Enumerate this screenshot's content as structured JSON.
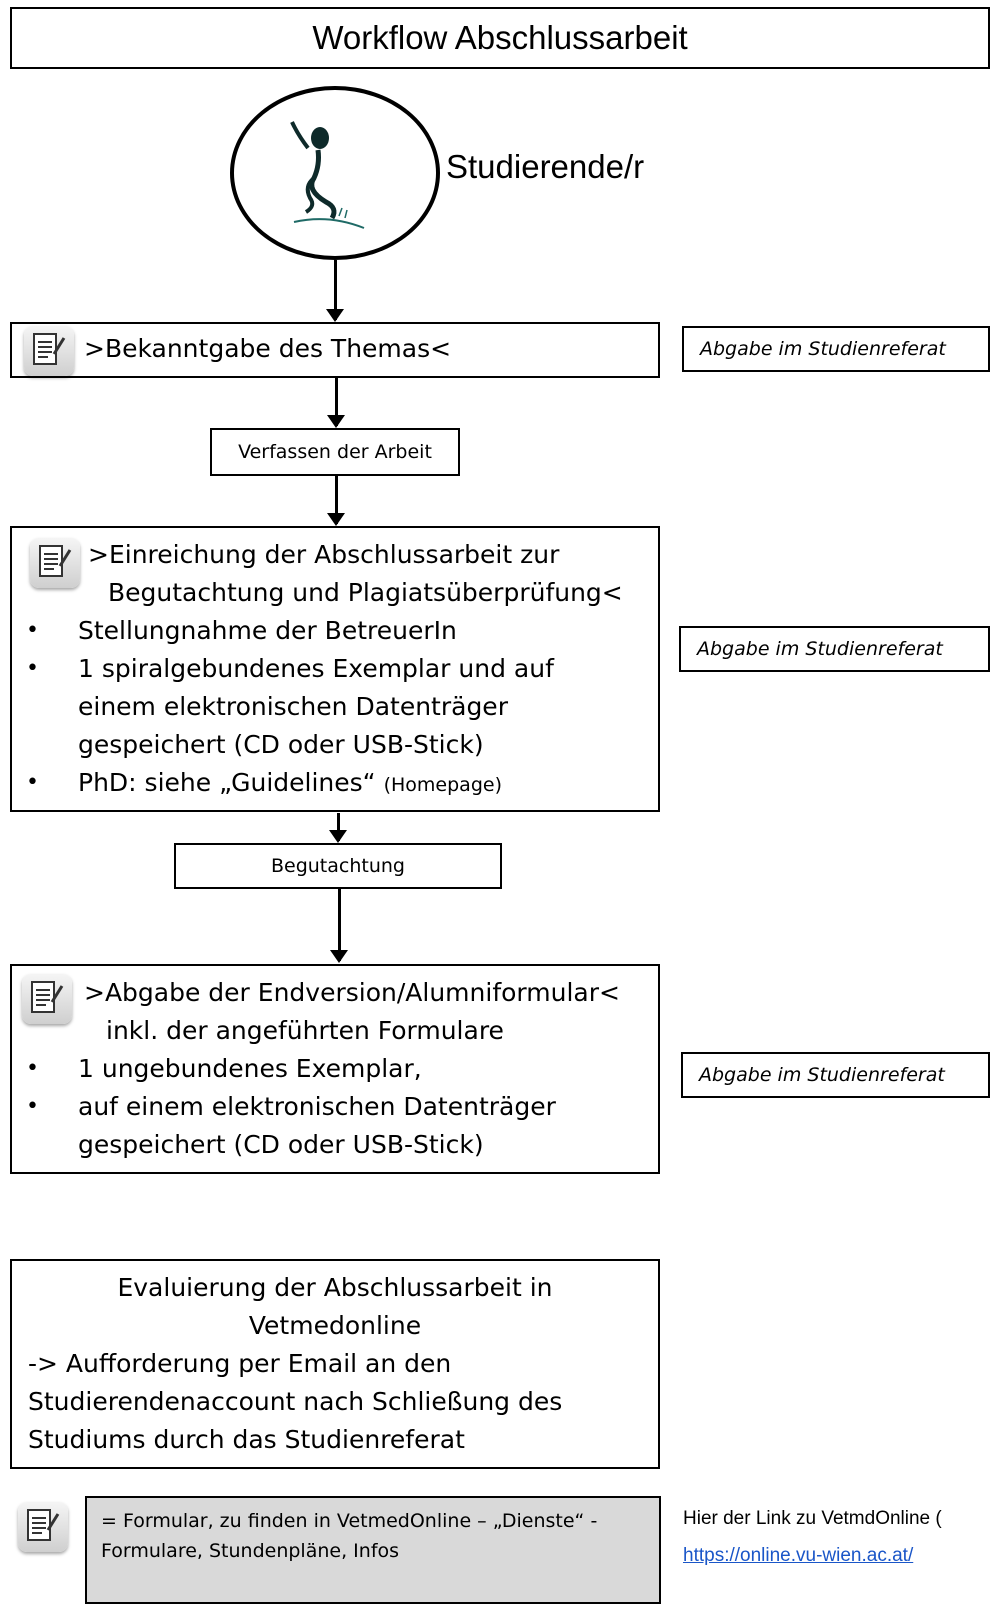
{
  "title": "Workflow Abschlussarbeit",
  "actor": {
    "label": "Studierende/r",
    "icon": "running-person-icon"
  },
  "steps": [
    {
      "text": ">Bekanntgabe des Themas<",
      "has_form_icon": true,
      "side_note": "Abgabe im Studienreferat"
    },
    {
      "text": "Verfassen der Arbeit"
    },
    {
      "heading_line1": ">Einreichung der Abschlussarbeit zur",
      "heading_line2": "Begutachtung und Plagiatsüberprüfung<",
      "bullets": [
        "Stellungnahme der BetreuerIn",
        "1 spiralgebundenes Exemplar und auf",
        "einem elektronischen Datenträger",
        "gespeichert (CD oder USB-Stick)",
        "PhD: siehe „Guidelines“",
        "(Homepage)"
      ],
      "side_note": "Abgabe im Studienreferat"
    },
    {
      "text": "Begutachtung"
    },
    {
      "heading_line1": ">Abgabe der Endversion/Alumniformular<",
      "heading_line2": "inkl. der angeführten Formulare",
      "bullets": [
        "1 ungebundenes Exemplar,",
        "auf einem elektronischen Datenträger",
        "gespeichert (CD oder USB-Stick)"
      ],
      "side_note": "Abgabe im Studienreferat"
    },
    {
      "lines": [
        "Evaluierung der Abschlussarbeit in",
        "Vetmedonline",
        "-> Aufforderung per Email an den",
        "Studierendenaccount nach Schließung des",
        "Studiums durch das Studienreferat"
      ]
    }
  ],
  "legend": {
    "line1": "= Formular, zu finden in VetmedOnline – „Dienste“ -",
    "line2": "Formulare, Stundenpläne, Infos"
  },
  "link_note": {
    "text": "Hier der Link zu VetmdOnline (",
    "url": "https://online.vu-wien.ac.at/"
  },
  "colors": {
    "link": "#1a56c8",
    "border": "#000000",
    "legend_bg": "#d9d9d9"
  }
}
